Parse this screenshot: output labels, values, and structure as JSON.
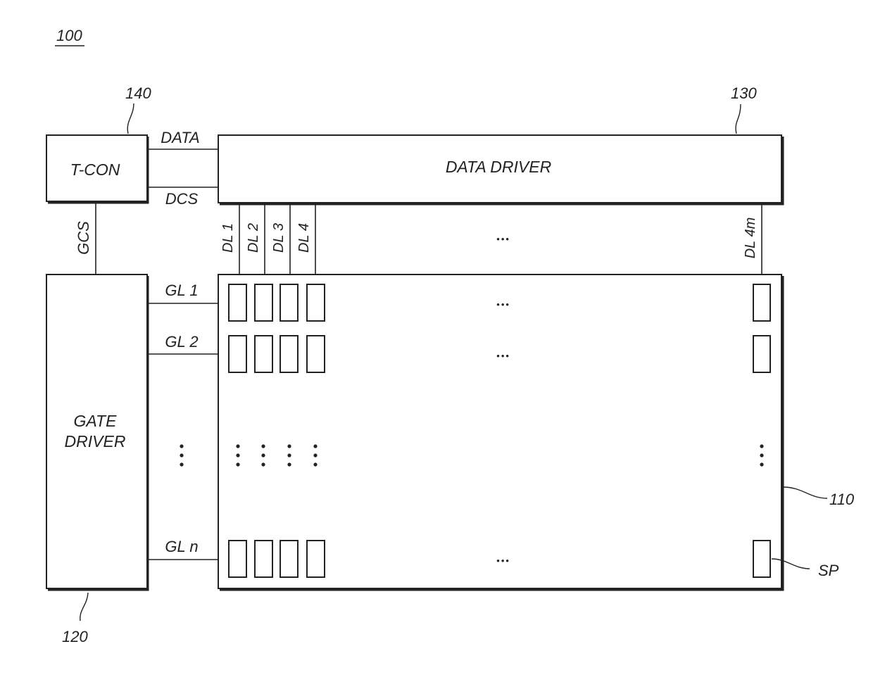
{
  "figure": {
    "ref": "100"
  },
  "tcon": {
    "ref": "140",
    "label": "T-CON"
  },
  "data_driver": {
    "ref": "130",
    "label": "DATA DRIVER"
  },
  "gate_driver": {
    "ref": "120",
    "label_line1": "GATE",
    "label_line2": "DRIVER"
  },
  "panel": {
    "ref": "110"
  },
  "signals": {
    "data": "DATA",
    "dcs": "DCS",
    "gcs": "GCS"
  },
  "data_lines": [
    "DL 1",
    "DL 2",
    "DL 3",
    "DL 4",
    "DL 4m"
  ],
  "gate_lines": [
    "GL 1",
    "GL 2",
    "GL n"
  ],
  "subpixel": {
    "label": "SP"
  },
  "ellipsis": "•••"
}
